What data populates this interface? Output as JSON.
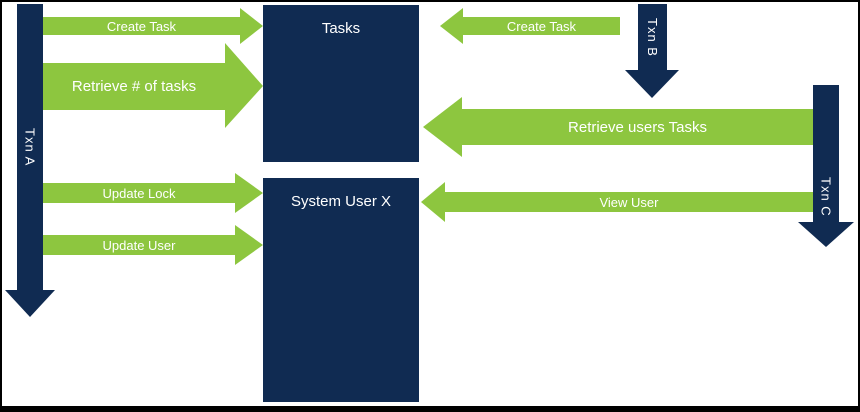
{
  "diagram": {
    "background": "#ffffff",
    "frame_color": "#000000",
    "colors": {
      "navy": "#102b52",
      "green": "#8dc63f",
      "label_text": "#ffffff"
    },
    "boxes": [
      {
        "id": "tasks",
        "label": "Tasks"
      },
      {
        "id": "system-user-x",
        "label": "System User X"
      }
    ],
    "transactions": [
      {
        "id": "txn-a",
        "label": "Txn A",
        "direction": "down"
      },
      {
        "id": "txn-b",
        "label": "Txn B",
        "direction": "down"
      },
      {
        "id": "txn-c",
        "label": "Txn C",
        "direction": "down"
      }
    ],
    "arrows": [
      {
        "label": "Create Task",
        "direction": "right",
        "from": "Txn A",
        "to": "Tasks"
      },
      {
        "label": "Retrieve # of tasks",
        "direction": "right",
        "from": "Txn A",
        "to": "Tasks"
      },
      {
        "label": "Update Lock",
        "direction": "right",
        "from": "Txn A",
        "to": "System User X"
      },
      {
        "label": "Update User",
        "direction": "right",
        "from": "Txn A",
        "to": "System User X"
      },
      {
        "label": "Create Task",
        "direction": "left",
        "from": "Txn B",
        "to": "Tasks"
      },
      {
        "label": "Retrieve users Tasks",
        "direction": "left",
        "from": "Txn C",
        "to": "Tasks"
      },
      {
        "label": "View User",
        "direction": "left",
        "from": "Txn C",
        "to": "System User X"
      }
    ]
  }
}
